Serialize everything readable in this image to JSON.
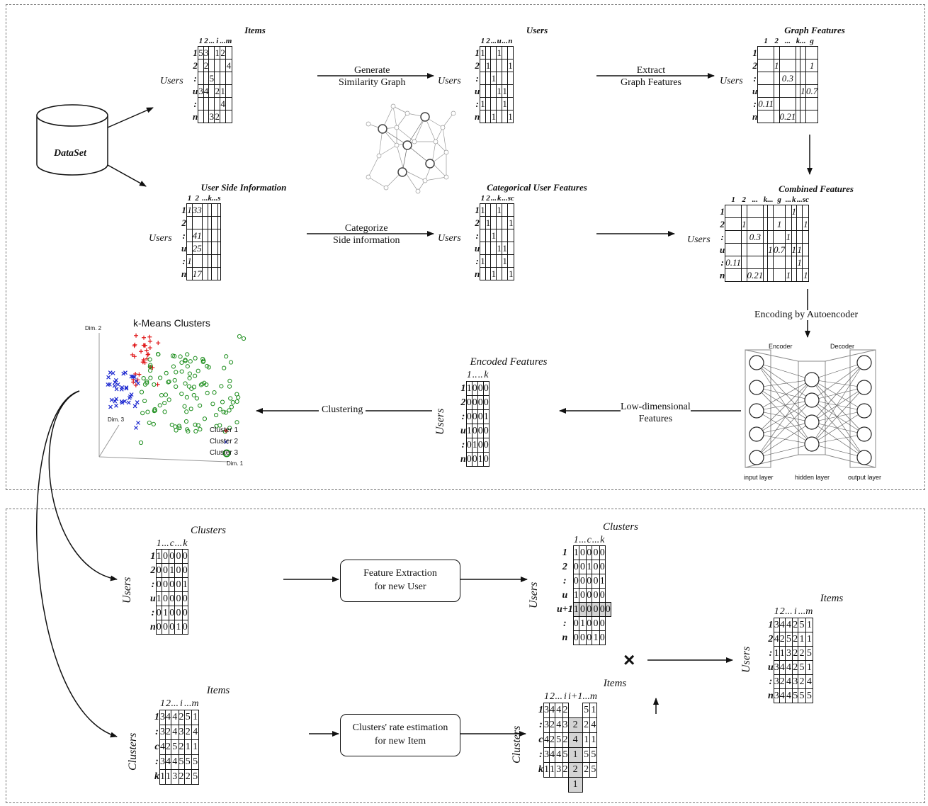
{
  "dataset": {
    "label": "DataSet"
  },
  "rows_generic": [
    "1",
    "2",
    ":",
    "u",
    ":",
    "n"
  ],
  "items_matrix": {
    "title": "Items",
    "cols": [
      "1",
      "2",
      "...",
      "i",
      "...",
      "m"
    ],
    "side": "Users",
    "cells": [
      [
        "5",
        "3",
        "",
        "1",
        "2",
        ""
      ],
      [
        "",
        "2",
        "",
        "",
        "",
        "4"
      ],
      [
        "",
        "",
        "5",
        "",
        "",
        ""
      ],
      [
        "3",
        "4",
        "",
        "2",
        "1",
        ""
      ],
      [
        "",
        "",
        "",
        "",
        "4",
        ""
      ],
      [
        "",
        "",
        "3",
        "2",
        "",
        ""
      ]
    ]
  },
  "users_matrix": {
    "title": "Users",
    "cols": [
      "1",
      "2",
      "...",
      "u",
      "...",
      "n"
    ],
    "side": "Users",
    "cells": [
      [
        "1",
        "",
        "",
        "1",
        "",
        ""
      ],
      [
        "",
        "1",
        "",
        "",
        "",
        "1"
      ],
      [
        "",
        "",
        "1",
        "",
        "",
        ""
      ],
      [
        "",
        "",
        "",
        "1",
        "1",
        ""
      ],
      [
        "1",
        "",
        "",
        "",
        "1",
        ""
      ],
      [
        "",
        "",
        "1",
        "",
        "",
        "1"
      ]
    ]
  },
  "graph_features": {
    "title": "Graph Features",
    "cols": [
      "1",
      "2",
      "...",
      "k",
      "...",
      "g"
    ],
    "side": "Users",
    "cells": [
      [
        "",
        "",
        "",
        "",
        "",
        ""
      ],
      [
        "",
        "1",
        "",
        "",
        "",
        "1"
      ],
      [
        "",
        "",
        "0.3",
        "",
        "",
        ""
      ],
      [
        "",
        "",
        "",
        "",
        "1",
        "0.7"
      ],
      [
        "0.11",
        "",
        "",
        "",
        "",
        ""
      ],
      [
        "",
        "",
        "0.21",
        "",
        "",
        ""
      ]
    ]
  },
  "side_info": {
    "title": "User Side Information",
    "cols": [
      "1",
      "2",
      "...",
      "k",
      "...",
      "s"
    ],
    "side": "Users",
    "cells": [
      [
        "1",
        "33",
        "",
        "",
        "",
        ""
      ],
      [
        "",
        "",
        "",
        "",
        "",
        ""
      ],
      [
        "",
        "41",
        "",
        "",
        "",
        ""
      ],
      [
        "",
        "25",
        "",
        "",
        "",
        ""
      ],
      [
        "1",
        "",
        "",
        "",
        "",
        ""
      ],
      [
        "",
        "17",
        "",
        "",
        "",
        ""
      ]
    ]
  },
  "categorical": {
    "title": "Categorical User Features",
    "cols": [
      "1",
      "2",
      "...",
      "k",
      "...",
      "sc"
    ],
    "side": "Users",
    "cells": [
      [
        "1",
        "",
        "",
        "1",
        "",
        ""
      ],
      [
        "",
        "1",
        "",
        "",
        "",
        "1"
      ],
      [
        "",
        "",
        "1",
        "",
        "",
        ""
      ],
      [
        "",
        "",
        "",
        "1",
        "1",
        ""
      ],
      [
        "1",
        "",
        "",
        "",
        "1",
        ""
      ],
      [
        "",
        "",
        "1",
        "",
        "",
        "1"
      ]
    ]
  },
  "combined": {
    "title": "Combined Features",
    "cols": [
      "1",
      "2",
      "...",
      "k",
      "...",
      "g",
      "...",
      "k",
      "...",
      "sc"
    ],
    "side": "Users",
    "cells": [
      [
        "",
        "",
        "",
        "",
        "",
        "",
        "",
        "1",
        "",
        ""
      ],
      [
        "",
        "1",
        "",
        "",
        "",
        "1",
        "",
        "",
        "",
        "1"
      ],
      [
        "",
        "",
        "0.3",
        "",
        "",
        "",
        "1",
        "",
        "",
        ""
      ],
      [
        "",
        "",
        "",
        "",
        "1",
        "0.7",
        "",
        "1",
        "1",
        ""
      ],
      [
        "0.11",
        "",
        "",
        "",
        "",
        "",
        "",
        "",
        "1",
        ""
      ],
      [
        "",
        "",
        "0.21",
        "",
        "",
        "",
        "1",
        "",
        "",
        "1"
      ]
    ]
  },
  "arrows": {
    "generate": "Generate\nSimilarity Graph",
    "extract": "Extract\nGraph Features",
    "categorize": "Categorize\nSide information",
    "encoding": "Encoding by Autoencoder",
    "low_dim": "Low-dimensional\nFeatures",
    "clustering": "Clustering"
  },
  "autoencoder": {
    "encoder": "Encoder",
    "decoder": "Decoder",
    "input": "input layer",
    "hidden": "hidden layer",
    "output": "output layer"
  },
  "encoded": {
    "title": "Encoded Features",
    "cols": [
      "1",
      "..",
      "..",
      "k"
    ],
    "side": "Users",
    "cells": [
      [
        "1",
        "0",
        "0",
        "0"
      ],
      [
        "0",
        "0",
        "0",
        "0"
      ],
      [
        "0",
        "0",
        "0",
        "1"
      ],
      [
        "1",
        "0",
        "0",
        "0"
      ],
      [
        "0",
        "1",
        "0",
        "0"
      ],
      [
        "0",
        "0",
        "1",
        "0"
      ]
    ]
  },
  "kmeans": {
    "title": "k-Means Clusters",
    "axis_x": "Dim. 1",
    "axis_y": "Dim. 2",
    "axis_z": "Dim. 3",
    "legend": [
      "Cluster 1",
      "Cluster 2",
      "Cluster 3"
    ],
    "colors": {
      "c1": "#e0191b",
      "c2": "#1b27cf",
      "c3": "#1f8f1f"
    }
  },
  "clusters_left": {
    "title": "Clusters",
    "cols": [
      "1",
      "...",
      "c",
      "...",
      "k"
    ],
    "side": "Users",
    "cells": [
      [
        "1",
        "0",
        "0",
        "0",
        "0"
      ],
      [
        "0",
        "0",
        "1",
        "0",
        "0"
      ],
      [
        "0",
        "0",
        "0",
        "0",
        "1"
      ],
      [
        "1",
        "0",
        "0",
        "0",
        "0"
      ],
      [
        "0",
        "1",
        "0",
        "0",
        "0"
      ],
      [
        "0",
        "0",
        "0",
        "1",
        "0"
      ]
    ]
  },
  "box_feature": "Feature Extraction\nfor new User",
  "clusters_right": {
    "title": "Clusters",
    "cols": [
      "1",
      "...",
      "c",
      "...",
      "k"
    ],
    "side": "Users",
    "rows": [
      "1",
      "2",
      ":",
      "u",
      "u+1",
      ":",
      "n"
    ],
    "cells": [
      [
        "1",
        "0",
        "0",
        "0",
        "0"
      ],
      [
        "0",
        "0",
        "1",
        "0",
        "0"
      ],
      [
        "0",
        "0",
        "0",
        "0",
        "1"
      ],
      [
        "1",
        "0",
        "0",
        "0",
        "0"
      ],
      [
        "1",
        "0",
        "0",
        "0",
        "0"
      ],
      [
        "0",
        "1",
        "0",
        "0",
        "0"
      ],
      [
        "0",
        "0",
        "0",
        "1",
        "0"
      ]
    ],
    "extra": "0"
  },
  "items_left": {
    "title": "Items",
    "cols": [
      "1",
      "2",
      "...",
      "i",
      "...",
      "m"
    ],
    "side": "Clusters",
    "rows": [
      "1",
      ":",
      "c",
      ":",
      "k"
    ],
    "cells": [
      [
        "3",
        "4",
        "4",
        "2",
        "5",
        "1"
      ],
      [
        "3",
        "2",
        "4",
        "3",
        "2",
        "4"
      ],
      [
        "4",
        "2",
        "5",
        "2",
        "1",
        "1"
      ],
      [
        "3",
        "4",
        "4",
        "5",
        "5",
        "5"
      ],
      [
        "1",
        "1",
        "3",
        "2",
        "2",
        "5"
      ]
    ]
  },
  "box_rate": "Clusters' rate estimation\nfor new Item",
  "items_right": {
    "title": "Items",
    "cols": [
      "1",
      "2",
      "...",
      "i",
      "i+1",
      "...",
      "m"
    ],
    "side": "Clusters",
    "rows": [
      "1",
      ":",
      "c",
      ":",
      "k"
    ],
    "cells": [
      [
        "3",
        "4",
        "4",
        "2",
        "",
        "5",
        "1"
      ],
      [
        "3",
        "2",
        "4",
        "3",
        "2",
        "2",
        "4"
      ],
      [
        "4",
        "2",
        "5",
        "2",
        "4",
        "1",
        "1"
      ],
      [
        "3",
        "4",
        "4",
        "5",
        "1",
        "5",
        "5"
      ],
      [
        "1",
        "1",
        "3",
        "2",
        "2",
        "2",
        "5"
      ]
    ],
    "extra": "1"
  },
  "times": "×",
  "result": {
    "title": "Items",
    "cols": [
      "1",
      "2",
      "...",
      "i",
      "...",
      "m"
    ],
    "side": "Users",
    "rows": [
      "1",
      "2",
      ":",
      "u",
      ":",
      "n"
    ],
    "cells": [
      [
        "3",
        "4",
        "4",
        "2",
        "5",
        "1"
      ],
      [
        "4",
        "2",
        "5",
        "2",
        "1",
        "1"
      ],
      [
        "1",
        "1",
        "3",
        "2",
        "2",
        "5"
      ],
      [
        "3",
        "4",
        "4",
        "2",
        "5",
        "1"
      ],
      [
        "3",
        "2",
        "4",
        "3",
        "2",
        "4"
      ],
      [
        "3",
        "4",
        "4",
        "5",
        "5",
        "5"
      ]
    ]
  }
}
